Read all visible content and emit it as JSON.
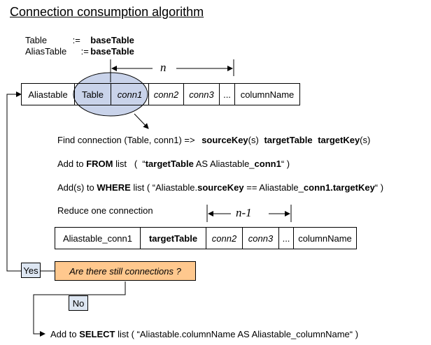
{
  "title": "Connection consumption algorithm",
  "assignments": [
    {
      "name": "Table",
      "op": ":=",
      "value": "baseTable"
    },
    {
      "name": "AliasTable",
      "op": ":=",
      "value": "baseTable"
    }
  ],
  "first_row": {
    "span_label": "n",
    "cells": [
      "Aliastable",
      "Table",
      "conn1",
      "conn2",
      "conn3",
      "...",
      "columnName"
    ]
  },
  "steps": {
    "find": {
      "prefix": "Find connection (Table, conn1) => ",
      "source_key": "sourceKey",
      "s1": "(s)",
      "target_table": "targetTable",
      "target_key": "targetKey",
      "s2": "(s)"
    },
    "from": {
      "prefix": "Add to ",
      "keyword": "FROM",
      "mid": " list   (  “",
      "target_table": "targetTable",
      "as": " AS Aliastable_",
      "conn": "conn1",
      "suffix": "“ )"
    },
    "where": {
      "prefix": "Add(s) to ",
      "keyword": "WHERE",
      "mid": " list ( “Aliastable.",
      "source_key": "sourceKey",
      "eq": " == Aliastable_",
      "conn": "conn1",
      "dot": ".",
      "target_key": "targetKey",
      "suffix": "“ )"
    },
    "reduce": "Reduce one connection"
  },
  "second_row": {
    "span_label": "n-1",
    "cells": [
      "Aliastable_conn1",
      "targetTable",
      "conn2",
      "conn3",
      "...",
      "columnName"
    ]
  },
  "decision": "Are there still connections ?",
  "yes_label": "Yes",
  "no_label": "No",
  "select": {
    "prefix": "Add to ",
    "keyword": "SELECT",
    "rest": " list ( “Aliastable.columnName AS Aliastable_columnName“ )"
  },
  "colors": {
    "highlight_ellipse": "#c9d3ea",
    "decision_fill": "#ffc88e",
    "label_fill": "#dde6f2"
  }
}
